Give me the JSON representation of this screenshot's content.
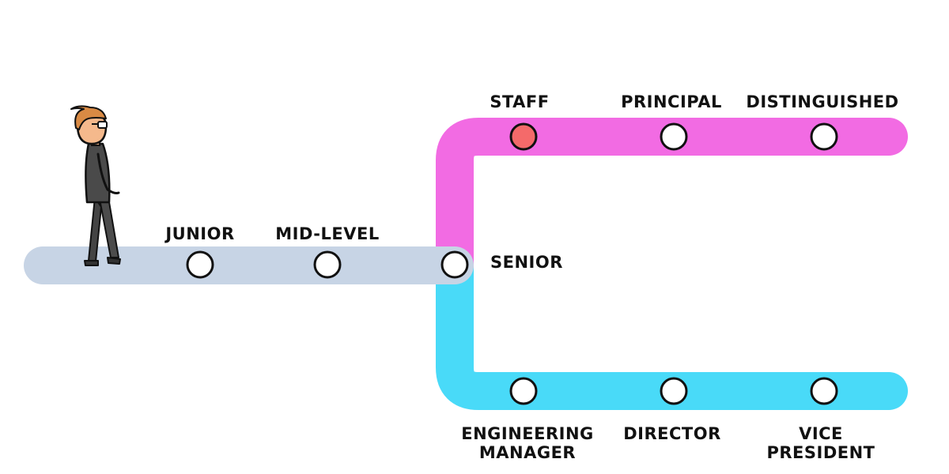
{
  "colors": {
    "base_track": "#c7d4e5",
    "leadership_track": "#f26be3",
    "management_track": "#49daf8",
    "stop_fill": "#ffffff",
    "current_stop_fill": "#f46a6a",
    "stop_outline": "#111111"
  },
  "stops": {
    "junior": {
      "label": "JUNIOR"
    },
    "mid_level": {
      "label": "MID-LEVEL"
    },
    "senior": {
      "label": "SENIOR"
    },
    "staff": {
      "label": "STAFF",
      "current": true
    },
    "principal": {
      "label": "PRINCIPAL"
    },
    "distinguished": {
      "label": "DISTINGUISHED"
    },
    "engineering_manager": {
      "label_lines": [
        "ENGINEERING",
        "MANAGER"
      ]
    },
    "director": {
      "label": "DIRECTOR"
    },
    "vice_president": {
      "label_lines": [
        "VICE",
        "PRESIDENT"
      ]
    }
  },
  "character": {
    "icon": "walking-person-icon"
  }
}
